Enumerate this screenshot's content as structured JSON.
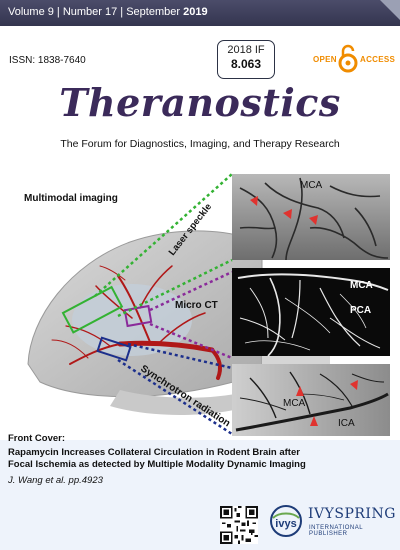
{
  "header": {
    "volume_prefix": "Volume 9 | Number 17 | September ",
    "year": "2019"
  },
  "issn": "ISSN: 1838-7640",
  "impact_factor": {
    "label": "2018 IF",
    "value": "8.063"
  },
  "open_access": {
    "open": "OPEN",
    "access": "ACCESS"
  },
  "journal_title": "Theranostics",
  "tagline": "The Forum for Diagnostics, Imaging, and Therapy Research",
  "figure": {
    "heading": "Multimodal imaging",
    "labels": {
      "laser_speckle": "Laser speckle",
      "micro_ct": "Micro CT",
      "synchrotron": "Synchrotron radiation"
    },
    "panel_labels": {
      "mca_top": "MCA",
      "mca_mid": "MCA",
      "pca_mid": "PCA",
      "mca_bot": "MCA",
      "ica_bot": "ICA"
    }
  },
  "front_cover": {
    "title": "Front Cover:",
    "description": "Rapamycin Increases Collateral Circulation in Rodent Brain after Focal Ischemia as detected by Multiple Modality Dynamic Imaging",
    "citation": "J. Wang et al. pp.4923"
  },
  "publisher": {
    "name": "IVYSPRING",
    "subtitle": "INTERNATIONAL PUBLISHER",
    "mark": "ivys"
  },
  "colors": {
    "topbar": "#3e3f5c",
    "title": "#3b2a5a",
    "open_access": "#f08c00",
    "footer_bg": "#eef3fb",
    "green": "#33b233",
    "purple": "#8a2a9a",
    "blue": "#1c2f8c"
  }
}
